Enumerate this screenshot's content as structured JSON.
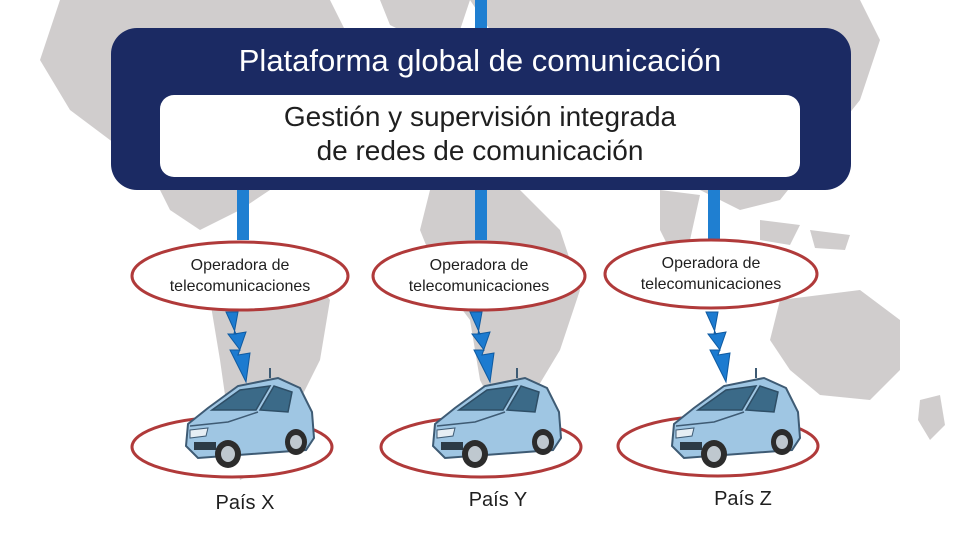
{
  "platform": {
    "title": "Plataforma global de comunicación",
    "inner_line1": "Gestión y supervisión integrada",
    "inner_line2": "de redes de comunicación"
  },
  "operators": [
    {
      "line1": "Operadora de",
      "line2": "telecomunicaciones"
    },
    {
      "line1": "Operadora de",
      "line2": "telecomunicaciones"
    },
    {
      "line1": "Operadora de",
      "line2": "telecomunicaciones"
    }
  ],
  "countries": [
    {
      "label": "País X"
    },
    {
      "label": "País Y"
    },
    {
      "label": "País Z"
    }
  ],
  "colors": {
    "platform_fill": "#1b2a63",
    "connector_blue": "#1f7fd1",
    "ellipse_stroke": "#b03a3a",
    "map_gray": "#c9c6c6",
    "car_body": "#9fc6e3",
    "lightning": "#1c7bd0"
  }
}
